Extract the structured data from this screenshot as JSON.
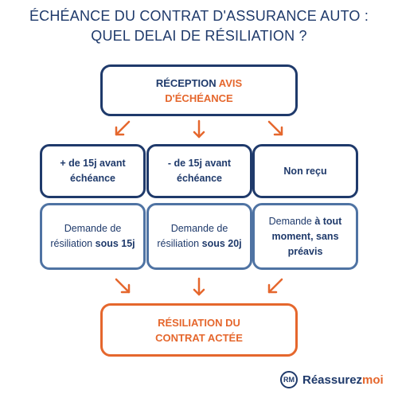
{
  "title": {
    "line1": "ÉCHÉANCE DU CONTRAT D'ASSURANCE AUTO :",
    "line2": "QUEL DELAI DE RÉSILIATION ?"
  },
  "top_box": {
    "part1": "RÉCEPTION",
    "part2": "AVIS",
    "line2": "D'ÉCHÉANCE"
  },
  "columns": [
    {
      "condition": "+ de 15j avant échéance",
      "action_prefix": "Demande de résiliation",
      "action_bold": "sous 15j"
    },
    {
      "condition": "- de 15j avant échéance",
      "action_prefix": "Demande de résiliation",
      "action_bold": "sous 20j"
    },
    {
      "condition": "Non reçu",
      "action_prefix": "Demande",
      "action_bold": "à tout moment, sans préavis"
    }
  ],
  "bottom_box": {
    "line1": "RÉSILIATION DU",
    "line2": "CONTRAT ACTÉE"
  },
  "logo": {
    "mark": "RM",
    "name_main": "Réassurez",
    "name_accent": "moi"
  },
  "colors": {
    "navy": "#1f3a6b",
    "blue": "#4f73a3",
    "orange": "#e5672d"
  }
}
